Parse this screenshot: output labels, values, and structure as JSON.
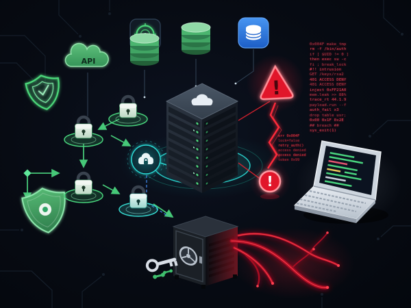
{
  "scene": {
    "background": "#070b13",
    "palette": {
      "green": "#4ddb7c",
      "teal": "#2bd9d4",
      "red": "#e1142b",
      "blue": "#2f7fe0",
      "panel_dark": "#111a25"
    }
  },
  "labels": {
    "api": "API",
    "warning_mark": "!",
    "alert_mark": "!"
  },
  "code_panel_right": {
    "lines": [
      "0x004F make_tmp",
      "rm -f /bin/auth",
      "if [ $UID != 0 ]",
      "then exec su -c",
      "fi ; break_lock",
      "#!! intrusion",
      "GET /keys/rsa2",
      "401 ACCESS DENY",
      "401 ACCESS DENY",
      "inject 0xFF21A0",
      "mem.leak >> 88%",
      "trace_rt 44.1.9",
      "payload.run --f",
      "auth_fail x3",
      "drop table usr;",
      "0x00 0x1F 0x2E",
      "## breach ##",
      "sys_exit(1)"
    ]
  },
  "code_panel_mid": {
    "lines": [
      "err 0x004F",
      "lock=false",
      "retry_auth()",
      "access denied",
      "access denied",
      "token 0x99"
    ]
  },
  "elements": [
    "shield-outline-icon",
    "shield-solid-icon",
    "api-cloud-icon",
    "radar-scan-icon",
    "database-stack-icon",
    "database-stack-icon",
    "database-app-icon",
    "padlock-node",
    "padlock-node",
    "padlock-node",
    "padlock-teal-node",
    "cloud-sync-node",
    "server-tower",
    "warning-triangle-icon",
    "alert-circle-icon",
    "lightning-crack",
    "vault-safe",
    "red-veins",
    "key-icon",
    "molecule-icon",
    "laptop-code",
    "terminal-code"
  ]
}
